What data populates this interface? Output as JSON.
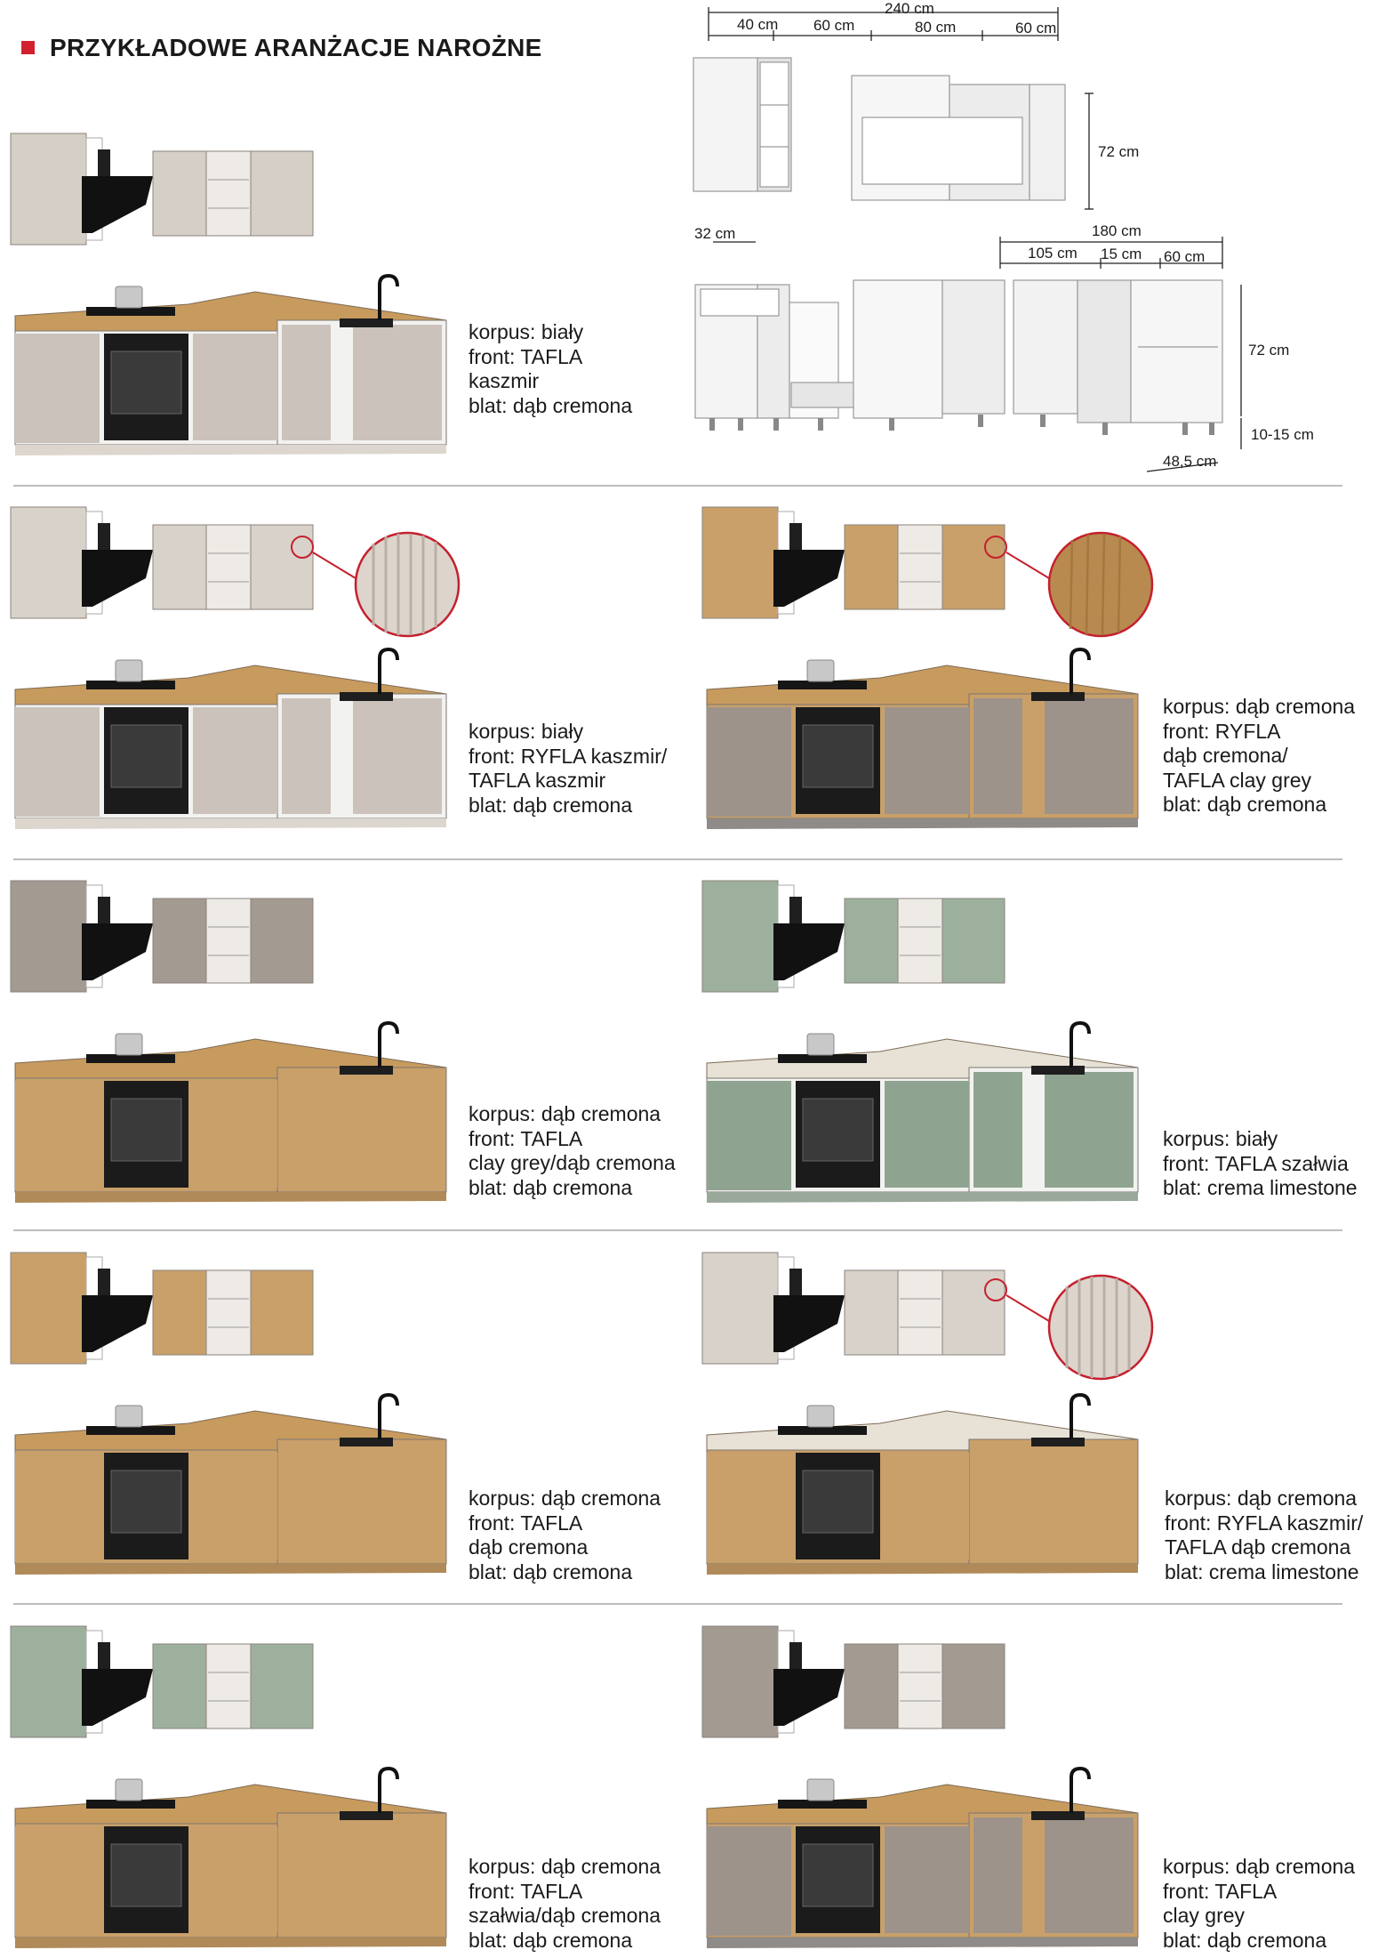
{
  "page": {
    "title": "PRZYKŁADOWE ARANŻACJE NAROŻNE",
    "accent": "#d2202f"
  },
  "dimensions": {
    "top_total": "240 cm",
    "top_segments": [
      "40 cm",
      "60 cm",
      "80 cm",
      "60 cm"
    ],
    "wall_height": "72 cm",
    "wall_depth": "32 cm",
    "base_total": "180 cm",
    "base_segments": [
      "105 cm",
      "15 cm",
      "60 cm"
    ],
    "base_height": "72 cm",
    "legs": "10-15 cm",
    "base_depth": "48,5 cm"
  },
  "arrangements": [
    {
      "corpus": "korpus: biały",
      "lines": [
        "front: TAFLA",
        "kaszmir",
        "blat: dąb cremona"
      ],
      "colors": {
        "body": "#f2f2f0",
        "front": "#cbc3bb",
        "top": "#c79a5e",
        "plinth": "#ddd6cf",
        "wall": "#d6cfc7"
      }
    },
    {
      "corpus": "korpus: biały",
      "lines": [
        "front: RYFLA kaszmir/",
        "TAFLA kaszmir",
        "blat: dąb cremona"
      ],
      "colors": {
        "body": "#f2f2f0",
        "front": "#cbc3bb",
        "top": "#c79a5e",
        "plinth": "#ddd6cf",
        "wall": "#d9d2ca"
      }
    },
    {
      "corpus": "korpus: dąb cremona",
      "lines": [
        "front: RYFLA",
        "dąb cremona/",
        "TAFLA clay grey",
        "blat: dąb cremona"
      ],
      "colors": {
        "body": "#c9a06a",
        "front": "#9e938a",
        "top": "#c79a5e",
        "plinth": "#8f8b88",
        "wall": "#c9a06a"
      }
    },
    {
      "corpus": "korpus: dąb cremona",
      "lines": [
        "front: TAFLA",
        "clay grey/dąb cremona",
        "blat: dąb cremona"
      ],
      "colors": {
        "body": "#c9a06a",
        "front": "#c9a06a",
        "top": "#c79a5e",
        "plinth": "#b08a58",
        "wall": "#a39a92"
      }
    },
    {
      "corpus": "korpus: biały",
      "lines": [
        "front: TAFLA szałwia",
        "blat: crema limestone"
      ],
      "colors": {
        "body": "#f2f2f0",
        "front": "#8fa490",
        "top": "#e7e1d6",
        "plinth": "#9aa89b",
        "wall": "#9db09e"
      }
    },
    {
      "corpus": "korpus: dąb cremona",
      "lines": [
        "front: TAFLA",
        "dąb cremona",
        "blat: dąb cremona"
      ],
      "colors": {
        "body": "#c9a06a",
        "front": "#c9a06a",
        "top": "#c79a5e",
        "plinth": "#b08a58",
        "wall": "#c9a06a"
      }
    },
    {
      "corpus": "korpus: dąb cremona",
      "lines": [
        "front: RYFLA kaszmir/",
        "TAFLA dąb cremona",
        "blat: crema limestone"
      ],
      "colors": {
        "body": "#c9a06a",
        "front": "#c9a06a",
        "top": "#e7e1d6",
        "plinth": "#b08a58",
        "wall": "#d9d2ca"
      }
    },
    {
      "corpus": "korpus: dąb cremona",
      "lines": [
        "front: TAFLA",
        "szałwia/dąb cremona",
        "blat: dąb cremona"
      ],
      "colors": {
        "body": "#c9a06a",
        "front": "#c9a06a",
        "top": "#c79a5e",
        "plinth": "#b08a58",
        "wall": "#9db09e"
      }
    },
    {
      "corpus": "korpus: dąb cremona",
      "lines": [
        "front: TAFLA",
        "clay grey",
        "blat: dąb cremona"
      ],
      "colors": {
        "body": "#c9a06a",
        "front": "#9e938a",
        "top": "#c79a5e",
        "plinth": "#8f8b88",
        "wall": "#a39a92"
      }
    }
  ]
}
